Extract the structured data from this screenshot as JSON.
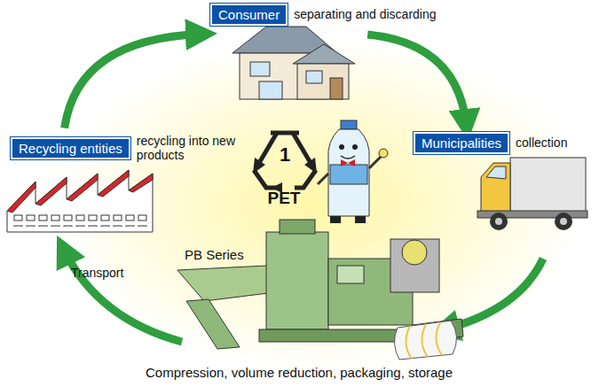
{
  "diagram": {
    "nodes": [
      {
        "text": [
          "Consumer",
          "separating and discarding"
        ]
      },
      {
        "text": [
          "Municipalities",
          "collection"
        ]
      },
      {
        "text": [
          "Recycling entities",
          "recycling into new products"
        ]
      }
    ],
    "edges": [
      {
        "from": 2,
        "to": 0,
        "arrow": "to"
      },
      {
        "from": 0,
        "to": 1,
        "arrow": "to"
      }
    ],
    "labels": [
      "1",
      "PET",
      "PB Series",
      "Transport",
      "Compression, volume reduction, packaging, storage"
    ]
  }
}
